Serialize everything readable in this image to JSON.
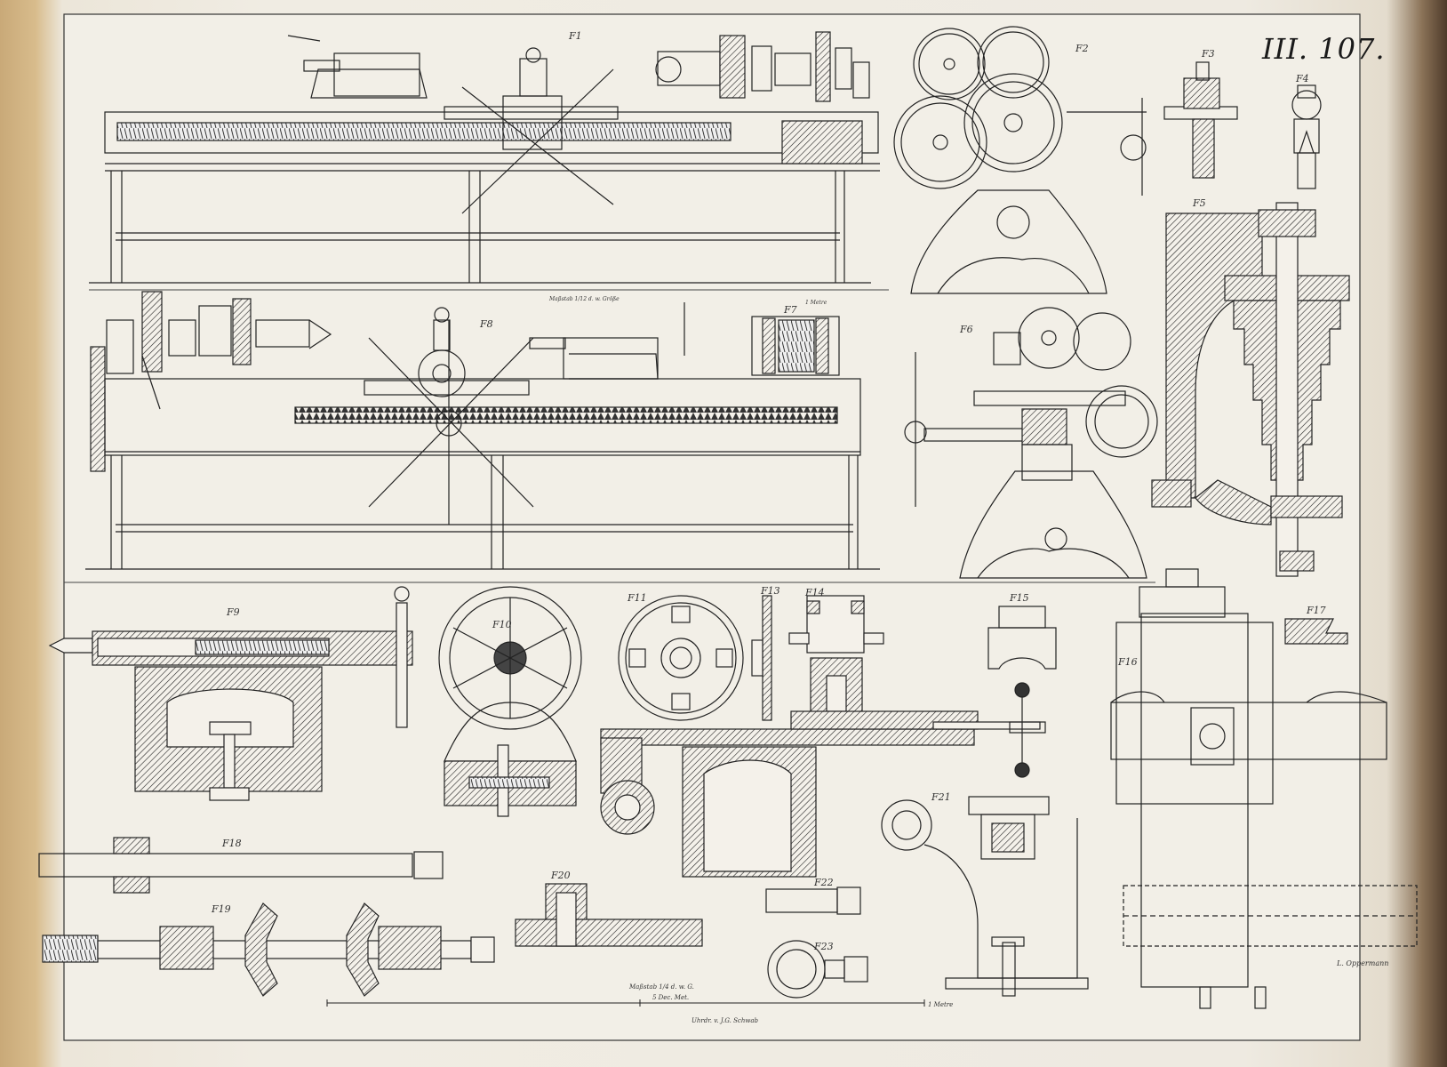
{
  "plate": {
    "number": "III. 107.",
    "engraver": "L. Oppermann",
    "printer": "Uhrdr. v. J.G. Schwab"
  },
  "scales": {
    "top_scale_label": "Maßstab 1/12 d. w. Größe",
    "top_scale_end": "1 Metre",
    "bottom_scale_label": "Maßstab 1/4 d. w. G.",
    "bottom_scale_sub": "5 Dec. Met.",
    "bottom_scale_end": "1 Metre"
  },
  "figures": {
    "f1": "F1",
    "f2": "F2",
    "f3": "F3",
    "f4": "F4",
    "f5": "F5",
    "f6": "F6",
    "f7": "F7",
    "f8": "F8",
    "f9": "F9",
    "f10": "F10",
    "f11": "F11",
    "f13": "F13",
    "f14": "F14",
    "f15": "F15",
    "f16": "F16",
    "f17": "F17",
    "f18": "F18",
    "f19": "F19",
    "f20": "F20",
    "f21": "F21",
    "f22": "F22",
    "f23": "F23"
  },
  "colors": {
    "paper": "#efebe2",
    "ink": "#1d1d1d",
    "binding": "#c9a978"
  }
}
